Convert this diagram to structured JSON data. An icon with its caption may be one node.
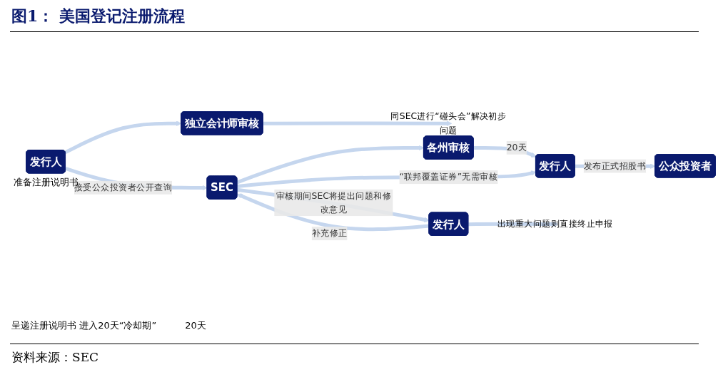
{
  "diagram": {
    "title": "图1： 美国登记注册流程",
    "caption": "资料来源：SEC",
    "nodes": [
      {
        "text": [
          "独立会计师审核"
        ]
      },
      {
        "text": [
          "同SEC进行“碰头会”解决初步问题"
        ]
      },
      {
        "text": [
          "各州审核"
        ]
      },
      {
        "text": [
          "发行人"
        ],
        "beside": [
          "准备注册说明书"
        ]
      },
      {
        "text": [
          "SEC"
        ]
      },
      {
        "text": [
          "发行人"
        ]
      },
      {
        "text": [
          "公众投资者"
        ]
      },
      {
        "text": [
          "发行人"
        ]
      },
      {
        "text": [
          "出现重大问题则直接终止申报"
        ]
      }
    ],
    "edges": [
      {
        "from": 3,
        "to": 0,
        "arrow": "to"
      },
      {
        "from": 0,
        "to": 1,
        "arrow": "to"
      },
      {
        "from": 3,
        "to": 4,
        "arrow": "to",
        "label": "接受公众投资者公开查询"
      },
      {
        "from": 4,
        "to": 2,
        "arrow": "to"
      },
      {
        "from": 2,
        "to": 5,
        "arrow": "to",
        "label": "20天"
      },
      {
        "from": 4,
        "to": 5,
        "arrow": "to",
        "label": "“联邦覆盖证券”无需审核"
      },
      {
        "from": 5,
        "to": 6,
        "arrow": "to",
        "label": "发布正式招股书"
      },
      {
        "from": 4,
        "to": 7,
        "arrow": "to",
        "label": "审核期间SEC将提出问题和修改意见"
      },
      {
        "from": 7,
        "to": 4,
        "arrow": "to",
        "label": "补充修正"
      },
      {
        "from": 7,
        "to": 8,
        "arrow": "to"
      }
    ],
    "labels": [
      "呈递注册说明书 进入20天“冷却期”",
      "20天"
    ]
  }
}
